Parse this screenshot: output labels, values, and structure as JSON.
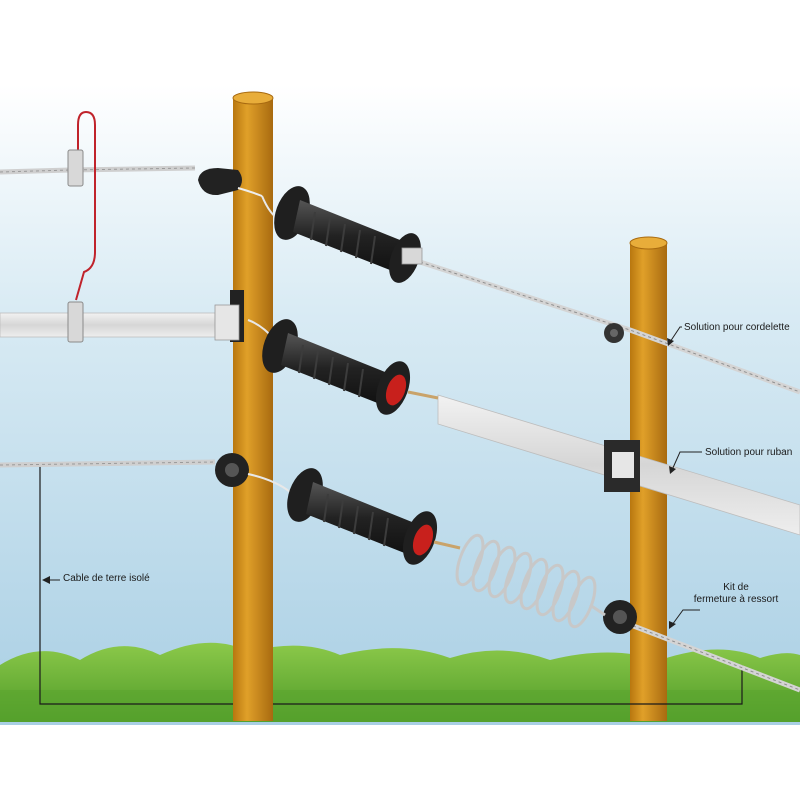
{
  "labels": {
    "cordelette": "Solution pour cordelette",
    "ruban": "Solution pour ruban",
    "kit_line1": "Kit de",
    "kit_line2": "fermeture à ressort",
    "terre": "Cable de terre isolé"
  },
  "colors": {
    "sky_top": "#ffffff",
    "sky_bottom": "#a9cfe4",
    "post": "#d4911e",
    "post_shadow": "#a86a10",
    "handle": "#2d2d2d",
    "red_cap": "#c8201c",
    "wire": "#d8d8d8",
    "grass": "#6fb33a",
    "jumper": "#c0232b",
    "callout_line": "#222222"
  },
  "icons": [
    "gate-handle-icon",
    "insulator-icon",
    "tape-insulator-icon",
    "spring-icon"
  ]
}
